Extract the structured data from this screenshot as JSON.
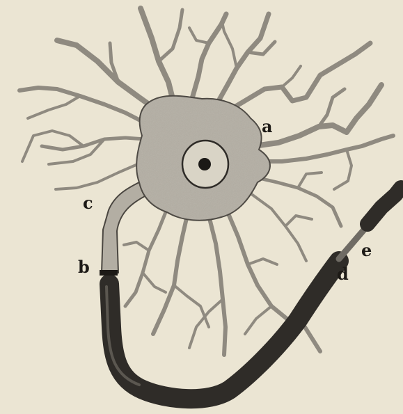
{
  "figure": {
    "colors": {
      "paper": "#ebe5d3",
      "ink": "#1d1a16",
      "cytoplasm": "#b3aea3",
      "dendrite": "#8f8a80",
      "myelin": "#3a3733",
      "nucleus_fill": "#d9d4c6",
      "nucleolus": "#1b1916"
    },
    "labels": {
      "a": "a",
      "b": "b",
      "c": "c",
      "d": "d",
      "e": "e"
    }
  }
}
